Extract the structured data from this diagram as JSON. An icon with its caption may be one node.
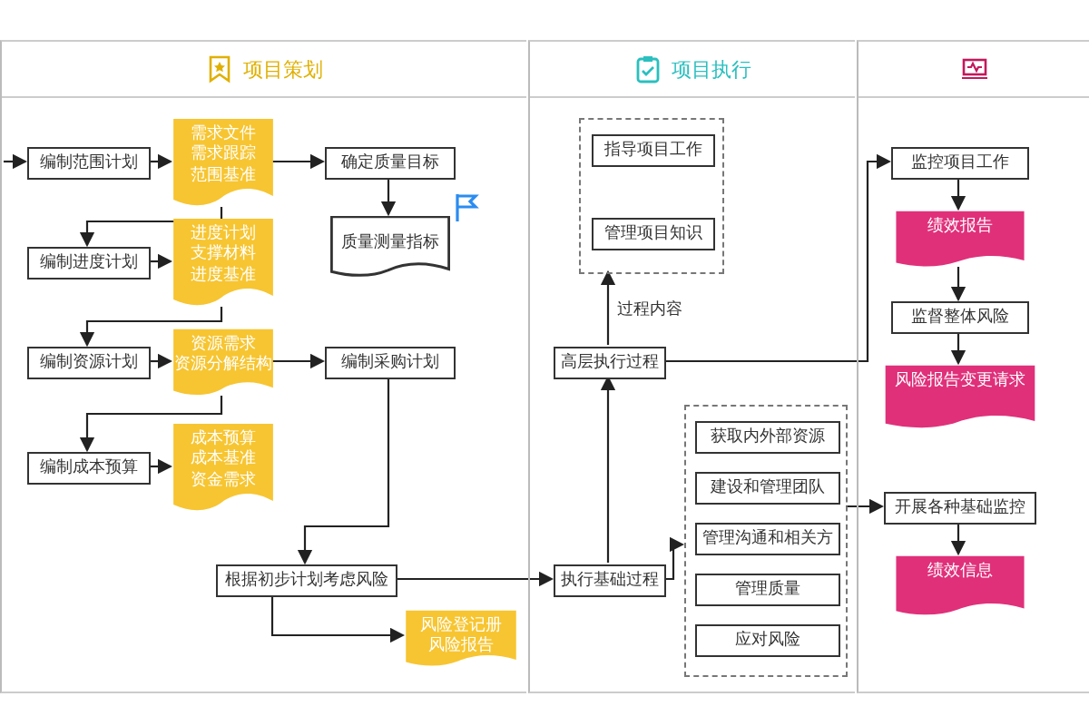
{
  "diagram": {
    "nodes": [
      {
        "text": [
          "项目策划"
        ]
      },
      {
        "text": [
          "编制范围计划"
        ],
        "in": 0
      },
      {
        "text": [
          "需求文件",
          "需求跟踪",
          "范围基准"
        ],
        "in": 0
      },
      {
        "text": [
          "确定质量目标"
        ],
        "in": 0
      },
      {
        "text": [
          "质量测量指标"
        ],
        "in": 0
      },
      {
        "text": [
          "编制进度计划"
        ],
        "in": 0
      },
      {
        "text": [
          "进度计划",
          "支撑材料",
          "进度基准"
        ],
        "in": 0
      },
      {
        "text": [
          "编制资源计划"
        ],
        "in": 0
      },
      {
        "text": [
          "资源需求",
          "资源分解结构"
        ],
        "in": 0
      },
      {
        "text": [
          "编制采购计划"
        ],
        "in": 0
      },
      {
        "text": [
          "编制成本预算"
        ],
        "in": 0
      },
      {
        "text": [
          "成本预算",
          "成本基准",
          "资金需求"
        ],
        "in": 0
      },
      {
        "text": [
          "根据初步计划考虑风险"
        ],
        "in": 0
      },
      {
        "text": [
          "风险登记册",
          "风险报告"
        ],
        "in": 0
      },
      {
        "text": [
          "项目执行"
        ]
      },
      {
        "text": [],
        "shape": "box",
        "in": 14
      },
      {
        "text": [
          "指导项目工作"
        ],
        "in": 15
      },
      {
        "text": [
          "管理项目知识"
        ],
        "in": 15
      },
      {
        "text": [
          "高层执行过程"
        ],
        "in": 14
      },
      {
        "text": [
          "执行基础过程"
        ],
        "in": 14
      },
      {
        "text": [],
        "shape": "box",
        "in": 14
      },
      {
        "text": [
          "获取内外部资源"
        ],
        "in": 20
      },
      {
        "text": [
          "建设和管理团队"
        ],
        "in": 20
      },
      {
        "text": [
          "管理沟通和相关方"
        ],
        "in": 20
      },
      {
        "text": [
          "管理质量"
        ],
        "in": 20
      },
      {
        "text": [
          "应对风险"
        ],
        "in": 20
      },
      {
        "text": [],
        "shape": "box"
      },
      {
        "text": [
          "监控项目工作"
        ],
        "in": 26
      },
      {
        "text": [
          "绩效报告"
        ],
        "in": 26
      },
      {
        "text": [
          "监督整体风险"
        ],
        "in": 26
      },
      {
        "text": [
          "风险报告变更请求"
        ],
        "in": 26
      },
      {
        "text": [
          "开展各种基础监控"
        ],
        "in": 26
      },
      {
        "text": [
          "绩效信息"
        ],
        "in": 26
      }
    ],
    "edges": [
      {
        "from": null,
        "to": 1,
        "arrow": "to"
      },
      {
        "from": 1,
        "to": 2,
        "arrow": "to"
      },
      {
        "from": 2,
        "to": 3,
        "arrow": "to"
      },
      {
        "from": 3,
        "to": 4,
        "arrow": "to"
      },
      {
        "from": 2,
        "to": 5,
        "arrow": "to"
      },
      {
        "from": 5,
        "to": 6,
        "arrow": "to"
      },
      {
        "from": 6,
        "to": 7,
        "arrow": "to"
      },
      {
        "from": 7,
        "to": 8,
        "arrow": "to"
      },
      {
        "from": 8,
        "to": 9,
        "arrow": "to"
      },
      {
        "from": 8,
        "to": 10,
        "arrow": "to"
      },
      {
        "from": 10,
        "to": 11,
        "arrow": "to"
      },
      {
        "from": 9,
        "to": 12,
        "arrow": "to"
      },
      {
        "from": 12,
        "to": 13,
        "arrow": "to"
      },
      {
        "from": 12,
        "to": 19,
        "arrow": "to"
      },
      {
        "from": 19,
        "to": 18,
        "arrow": "to"
      },
      {
        "from": 18,
        "to": 15,
        "arrow": "to",
        "label": "过程内容"
      },
      {
        "from": 18,
        "to": 27,
        "arrow": "to"
      },
      {
        "from": 19,
        "to": 20,
        "arrow": "to"
      },
      {
        "from": 20,
        "to": 31,
        "arrow": "to"
      },
      {
        "from": 27,
        "to": 28,
        "arrow": "to"
      },
      {
        "from": 28,
        "to": 29,
        "arrow": "to"
      },
      {
        "from": 29,
        "to": 30,
        "arrow": "to"
      },
      {
        "from": 31,
        "to": 32,
        "arrow": "to"
      }
    ]
  }
}
